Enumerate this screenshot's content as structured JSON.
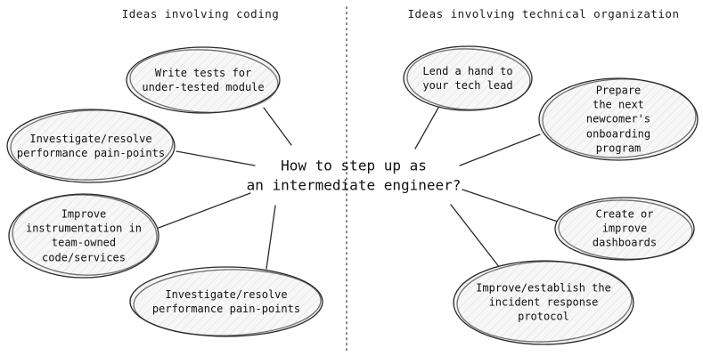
{
  "titles": {
    "left_header": "Ideas involving coding",
    "right_header": "Ideas involving technical organization"
  },
  "center": {
    "title": "How to step up as\nan intermediate engineer?"
  },
  "nodes": [
    {
      "id": "write-tests",
      "label": "Write tests for\nunder-tested module"
    },
    {
      "id": "investigate-performance-top",
      "label": "Investigate/resolve\nperformance pain-points"
    },
    {
      "id": "improve-instrumentation",
      "label": "Improve\ninstrumentation in\nteam-owned\ncode/services"
    },
    {
      "id": "investigate-performance-bottom",
      "label": "Investigate/resolve\nperformance pain-points"
    },
    {
      "id": "lend-a-hand",
      "label": "Lend a hand to\nyour tech lead"
    },
    {
      "id": "prepare-onboarding",
      "label": "Prepare\nthe next newcomer's\nonboarding program"
    },
    {
      "id": "create-dashboards",
      "label": "Create or improve\ndashboards"
    },
    {
      "id": "incident-response",
      "label": "Improve/establish the\nincident response protocol"
    }
  ],
  "style": {
    "stroke_color": "#2a2a2a",
    "fill_color": "#f6f6f6",
    "hatch_color": "#dcdcdc"
  }
}
